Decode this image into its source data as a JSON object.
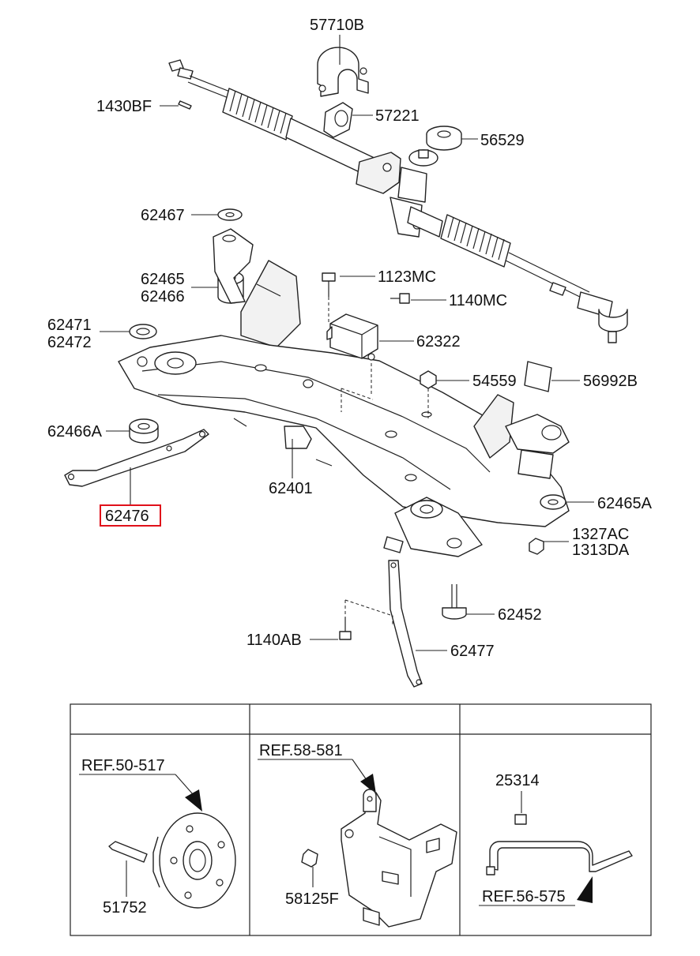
{
  "parts": {
    "p57710B": "57710B",
    "p1430BF": "1430BF",
    "p57221": "57221",
    "p56529": "56529",
    "p62467": "62467",
    "p62465": "62465",
    "p62466": "62466",
    "p1123MC": "1123MC",
    "p1140MC": "1140MC",
    "p62471": "62471",
    "p62472": "62472",
    "p62322": "62322",
    "p54559": "54559",
    "p56992B": "56992B",
    "p62466A": "62466A",
    "p62401": "62401",
    "p62476": "62476",
    "p62465A": "62465A",
    "p1327AC": "1327AC",
    "p1313DA": "1313DA",
    "p62452": "62452",
    "p1140AB": "1140AB",
    "p62477": "62477"
  },
  "highlighted_part": "62476",
  "highlight_color": "#e0101a",
  "reference_table": {
    "cells": [
      {
        "ref": "REF.50-517",
        "part": "51752"
      },
      {
        "ref": "REF.58-581",
        "part": "58125F"
      },
      {
        "ref": "REF.56-575",
        "part": "25314"
      }
    ]
  }
}
